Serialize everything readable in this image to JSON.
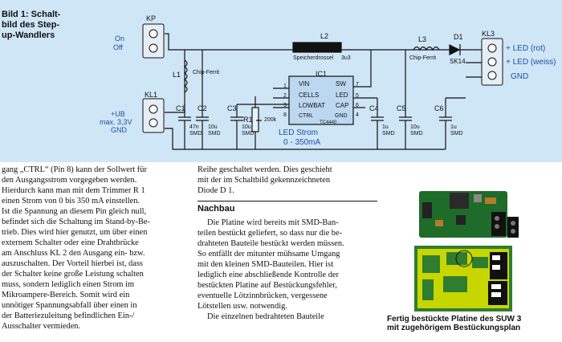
{
  "figure": {
    "title_lines": [
      "Bild 1: Schalt-",
      "bild des Step-",
      "up-Wandlers"
    ],
    "labels": {
      "kp": "KP",
      "on": "On",
      "off": "Off",
      "l1": "L1",
      "l1_type": "Chip-Ferrit",
      "l2": "L2",
      "l2_type": "Speicherdrossel",
      "l2_value": "3u3",
      "l3": "L3",
      "l3_type": "Chip-Ferrit",
      "d1": "D1",
      "d1_type": "SK14",
      "kl3": "KL3",
      "kl1": "KL1",
      "c1": "C1",
      "c1_value": "47n",
      "c1_pkg": "SMD",
      "c2": "C2",
      "c2_value": "10u",
      "c2_pkg": "SMD",
      "c3": "C3",
      "c3_value": "10u",
      "c3_pkg": "SMD",
      "r1": "R1",
      "r1_value": "200k",
      "ic1": "IC1",
      "ic_part": "TC4440",
      "pin_vin": "VIN",
      "pin_cells": "CELLS",
      "pin_lowbat": "LOWBAT",
      "pin_ctrl": "CTRL",
      "pin_sw": "SW",
      "pin_led": "LED",
      "pin_cap": "CAP",
      "pin_gnd": "GND",
      "pin_1": "1",
      "pin_2": "2",
      "pin_3": "3",
      "pin_4": "4",
      "pin_5": "5",
      "pin_6": "6",
      "pin_7": "7",
      "pin_8": "8",
      "led_strom": "LED Strom",
      "led_range": "0 - 350mA",
      "c4": "C4",
      "c4_value": "1u",
      "c4_pkg": "SMD",
      "c5": "C5",
      "c5_value": "10u",
      "c5_pkg": "SMD",
      "c6": "C6",
      "c6_value": "1u",
      "c6_pkg": "SMD",
      "ub_line1": "+UB",
      "ub_line2": "max. 3,3V",
      "ub_gnd": "GND",
      "out_led_rot": "+ LED (rot)",
      "out_led_weiss": "+ LED (weiss)",
      "out_gnd": "GND"
    }
  },
  "col1_lines": [
    "gang „CTRL“ (Pin 8) kann der Sollwert für",
    "den Ausgangsstrom vorgegeben werden.",
    "Hierdurch kann man mit dem Trimmer R 1",
    "einen Strom von 0 bis 350 mA einstellen.",
    "Ist die Spannung an diesem Pin gleich null,",
    "befindet sich die Schaltung im Stand-by-Be-",
    "trieb. Dies wird hier genutzt, um über einen",
    "externem Schalter oder eine Drahtbrücke",
    "am Anschluss KL 2 den Ausgang ein- bzw.",
    "auszuschalten. Der Vorteil hierbei ist, dass",
    "der Schalter keine große Leistung schalten",
    "muss, sondern lediglich einen Strom im",
    "Mikroampere-Bereich. Somit wird ein",
    "unnötiger Spannungsabfall über einen in",
    "der Batteriezuleitung befindlichen Ein-/",
    "Ausschalter vermieden."
  ],
  "col2_lines_top": [
    "Reihe geschaltet werden. Dies geschieht",
    "mit der im Schaltbild gekennzeichneten",
    "Diode D 1."
  ],
  "section_heading": "Nachbau",
  "col2_lines_bottom": [
    "Die Platine wird bereits mit SMD-Ban-",
    "teilen bestückt geliefert, so dass nur die be-",
    "drahteten Bauteile bestückt werden müssen.",
    "So entfällt der mitunter mühsame Umgang",
    "mit den kleinen SMD-Bauteilen. Hier ist",
    "lediglich eine abschließende Kontrolle der",
    "bestückten Platine auf Bestückungsfehler,",
    "eventuelle Lötzinnbrücken, vergessene",
    "Lötstellen usw. notwendig.",
    "Die einzelnen bedrahteten Bauteile"
  ],
  "photo_caption_lines": [
    "Fertig bestückte Platine des SUW 3",
    "mit zugehörigem Bestückungsplan"
  ],
  "colors": {
    "schematic_bg": "#cfe6f7",
    "wire": "#111111",
    "label_blue": "#1f4fa0",
    "pcb_green": "#1e6b2a",
    "pcb_yellow": "#c8d600"
  }
}
